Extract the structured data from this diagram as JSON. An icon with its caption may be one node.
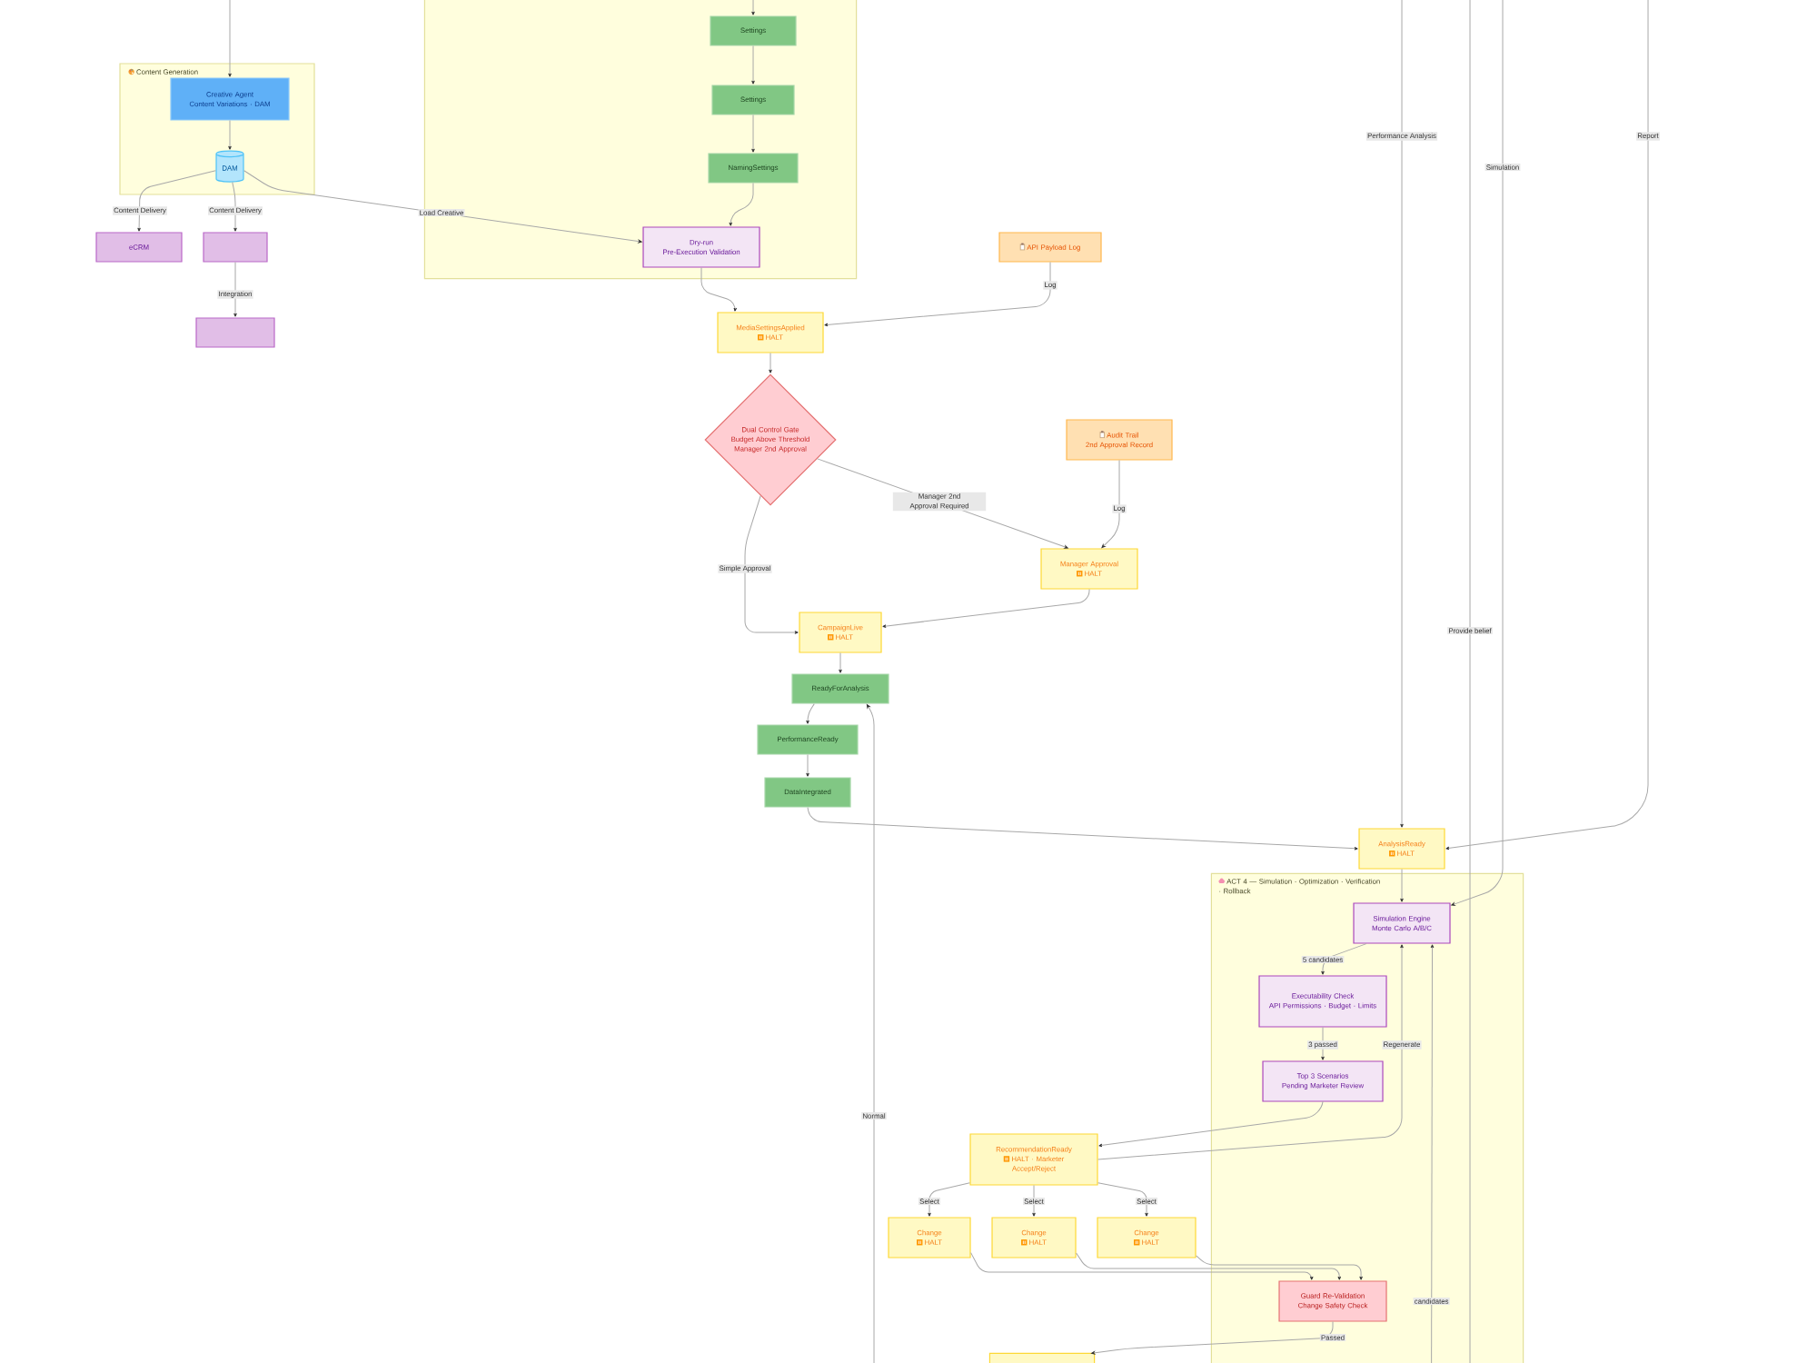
{
  "diagram": {
    "nodes": [
      {
        "text": [
          "Content Generation"
        ]
      },
      {
        "text": [
          "Creative Agent",
          "Content Variations · DAM"
        ],
        "in": 0
      },
      {
        "text": [
          "DAM"
        ],
        "in": 0
      },
      {
        "text": [],
        "shape": "box"
      },
      {
        "text": [
          "Settings"
        ],
        "in": 3
      },
      {
        "text": [
          "Settings"
        ],
        "in": 3
      },
      {
        "text": [
          "NamingSettings"
        ],
        "in": 3
      },
      {
        "text": [
          "Dry-run",
          "Pre-Execution Validation"
        ],
        "in": 3
      },
      {
        "text": [
          "eCRM"
        ]
      },
      {
        "text": [],
        "shape": "box"
      },
      {
        "text": [],
        "shape": "box"
      },
      {
        "text": [
          "API Payload Log"
        ]
      },
      {
        "text": [
          "MediaSettingsApplied",
          "HALT"
        ]
      },
      {
        "text": [
          "Dual Control Gate",
          "Budget Above Threshold",
          "Manager 2nd Approval"
        ]
      },
      {
        "text": [
          "Audit Trail",
          "2nd Approval Record"
        ]
      },
      {
        "text": [
          "Manager Approval",
          "HALT"
        ]
      },
      {
        "text": [
          "CampaignLive",
          "HALT"
        ]
      },
      {
        "text": [
          "ReadyForAnalysis"
        ]
      },
      {
        "text": [
          "PerformanceReady"
        ]
      },
      {
        "text": [
          "DataIntegrated"
        ]
      },
      {
        "text": [
          "AnalysisReady",
          "HALT"
        ]
      },
      {
        "text": [
          "ACT 4 — Simulation · Optimization · Verification · Rollback"
        ]
      },
      {
        "text": [
          "Simulation Engine",
          "Monte Carlo A/B/C"
        ],
        "in": 21
      },
      {
        "text": [
          "Executability Check",
          "API Permissions · Budget · Limits"
        ],
        "in": 21
      },
      {
        "text": [
          "Top 3 Scenarios",
          "Pending Marketer Review"
        ],
        "in": 21
      },
      {
        "text": [
          "RecommendationReady",
          "HALT · Marketer Accept/Reject"
        ]
      },
      {
        "text": [
          "Change",
          "HALT"
        ]
      },
      {
        "text": [
          "Change",
          "HALT"
        ]
      },
      {
        "text": [
          "Change",
          "HALT"
        ]
      },
      {
        "text": [
          "Guard Re-Validation",
          "Change Safety Check"
        ],
        "in": 21
      },
      {
        "text": [],
        "shape": "box"
      }
    ],
    "edges": [
      {
        "from": null,
        "to": 1,
        "arrow": "to"
      },
      {
        "from": 1,
        "to": 2,
        "arrow": "to"
      },
      {
        "from": 2,
        "to": 8,
        "arrow": "to",
        "label": "Content Delivery"
      },
      {
        "from": 2,
        "to": 9,
        "arrow": "to",
        "label": "Content Delivery"
      },
      {
        "from": 9,
        "to": 10,
        "arrow": "to",
        "label": "Integration"
      },
      {
        "from": 2,
        "to": 7,
        "arrow": "to",
        "label": "Load Creative"
      },
      {
        "from": null,
        "to": 4,
        "arrow": "to"
      },
      {
        "from": 4,
        "to": 5,
        "arrow": "to"
      },
      {
        "from": 5,
        "to": 6,
        "arrow": "to"
      },
      {
        "from": 6,
        "to": 7,
        "arrow": "to"
      },
      {
        "from": 7,
        "to": 12,
        "arrow": "to"
      },
      {
        "from": 11,
        "to": 12,
        "arrow": "to",
        "label": "Log"
      },
      {
        "from": 12,
        "to": 13,
        "arrow": "to"
      },
      {
        "from": 13,
        "to": 15,
        "arrow": "to",
        "label": "Manager 2nd Approval Required"
      },
      {
        "from": 13,
        "to": 16,
        "arrow": "to",
        "label": "Simple Approval"
      },
      {
        "from": 14,
        "to": 15,
        "arrow": "to",
        "label": "Log"
      },
      {
        "from": 15,
        "to": 16,
        "arrow": "to"
      },
      {
        "from": 16,
        "to": 17,
        "arrow": "to"
      },
      {
        "from": 17,
        "to": 18,
        "arrow": "to"
      },
      {
        "from": 18,
        "to": 19,
        "arrow": "to"
      },
      {
        "from": 19,
        "to": 20,
        "arrow": "to"
      },
      {
        "from": null,
        "to": 17,
        "arrow": "to",
        "label": "Normal"
      },
      {
        "from": null,
        "to": 20,
        "arrow": "to",
        "label": "Performance Analysis"
      },
      {
        "from": null,
        "to": 20,
        "arrow": "to",
        "label": "Report"
      },
      {
        "from": null,
        "to": 22,
        "arrow": "to",
        "label": "Simulation"
      },
      {
        "from": 20,
        "to": 22,
        "arrow": "to"
      },
      {
        "from": 22,
        "to": 23,
        "arrow": "to",
        "label": "5 candidates"
      },
      {
        "from": 23,
        "to": 24,
        "arrow": "to",
        "label": "3 passed"
      },
      {
        "from": 24,
        "to": 25,
        "arrow": "to"
      },
      {
        "from": 25,
        "to": 22,
        "arrow": "to",
        "label": "Regenerate"
      },
      {
        "from": 25,
        "to": 26,
        "arrow": "to",
        "label": "Select"
      },
      {
        "from": 25,
        "to": 27,
        "arrow": "to",
        "label": "Select"
      },
      {
        "from": 25,
        "to": 28,
        "arrow": "to",
        "label": "Select"
      },
      {
        "from": 26,
        "to": 29,
        "arrow": "to"
      },
      {
        "from": 27,
        "to": 29,
        "arrow": "to"
      },
      {
        "from": 28,
        "to": 29,
        "arrow": "to"
      },
      {
        "from": 29,
        "to": 30,
        "arrow": "to",
        "label": "Passed"
      },
      {
        "from": null,
        "to": 22,
        "arrow": "to",
        "label": "candidates"
      }
    ],
    "labels": [
      "Provide belief"
    ]
  }
}
